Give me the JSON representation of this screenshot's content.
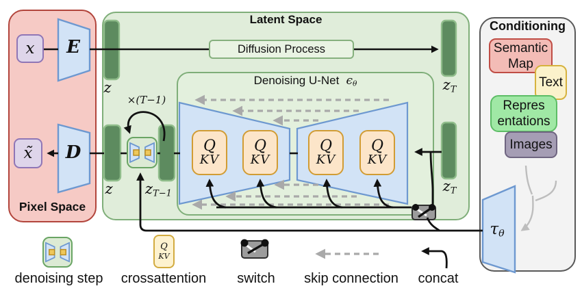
{
  "pixel_space": {
    "title": "Pixel Space",
    "x_label": "x",
    "x_tilde_label": "x̃",
    "encoder_label": "E",
    "decoder_label": "D"
  },
  "latent_space": {
    "title": "Latent Space",
    "diffusion_process": "Diffusion Process",
    "unet_title": "Denoising U-Net",
    "unet_symbol": "ϵ",
    "unet_symbol_sub": "θ",
    "z": "z",
    "z_sub_T": "T",
    "z_sub_T1": "T−1",
    "loop_label": "×(T−1)"
  },
  "attention": {
    "q": "Q",
    "kv": "KV"
  },
  "conditioning": {
    "title": "Conditioning",
    "tau": "τ",
    "tau_sub": "θ",
    "items": [
      {
        "label": "Semantic Map"
      },
      {
        "label": "Text"
      },
      {
        "lines": [
          "Repres",
          "entations"
        ]
      },
      {
        "label": "Images"
      }
    ]
  },
  "legend": {
    "denoising_step": "denoising step",
    "crossattention": "crossattention",
    "switch": "switch",
    "skip_connection": "skip connection",
    "concat": "concat"
  },
  "colors": {
    "pixel_bg": "#f6cac5",
    "pixel_border": "#b2453c",
    "latent_bg": "#e0edda",
    "latent_border": "#7fae79",
    "unet_bg": "#e3f0dd",
    "bar_fill": "#5d8b5f",
    "bar_border": "#90bd8b",
    "blue_fill": "#d2e3f6",
    "blue_border": "#6d98d0",
    "attn_fill": "#fce5c9",
    "attn_border": "#d19c34",
    "purple_fill": "#ded5ea",
    "purple_border": "#8f76b6",
    "cond_bg": "#f3f3f3",
    "cond_border": "#585858",
    "sem_fill": "#f3bcb6",
    "sem_border": "#bf4d45",
    "text_fill": "#fbf2cb",
    "text_border": "#d6b23e",
    "rep_fill": "#a0e8a5",
    "rep_border": "#5dbd66",
    "img_fill": "#a59db4",
    "img_border": "#6e6480",
    "switch_fill": "#9c9c9c",
    "switch_border": "#2e2e2e",
    "gray_arrow": "#a9a9a9",
    "tree": "#bdbdbd",
    "green_icon_bg": "#dcead4",
    "green_icon_border": "#6aa564",
    "yellow_sq": "#eec85c",
    "yellow_sq_border": "#bb8d21",
    "legendqkv_fill": "#fdf2cf",
    "legendqkv_border": "#d2ab3f",
    "diff_fill": "#e9f3e3",
    "diff_border": "#86b07e",
    "line": "#111111"
  }
}
